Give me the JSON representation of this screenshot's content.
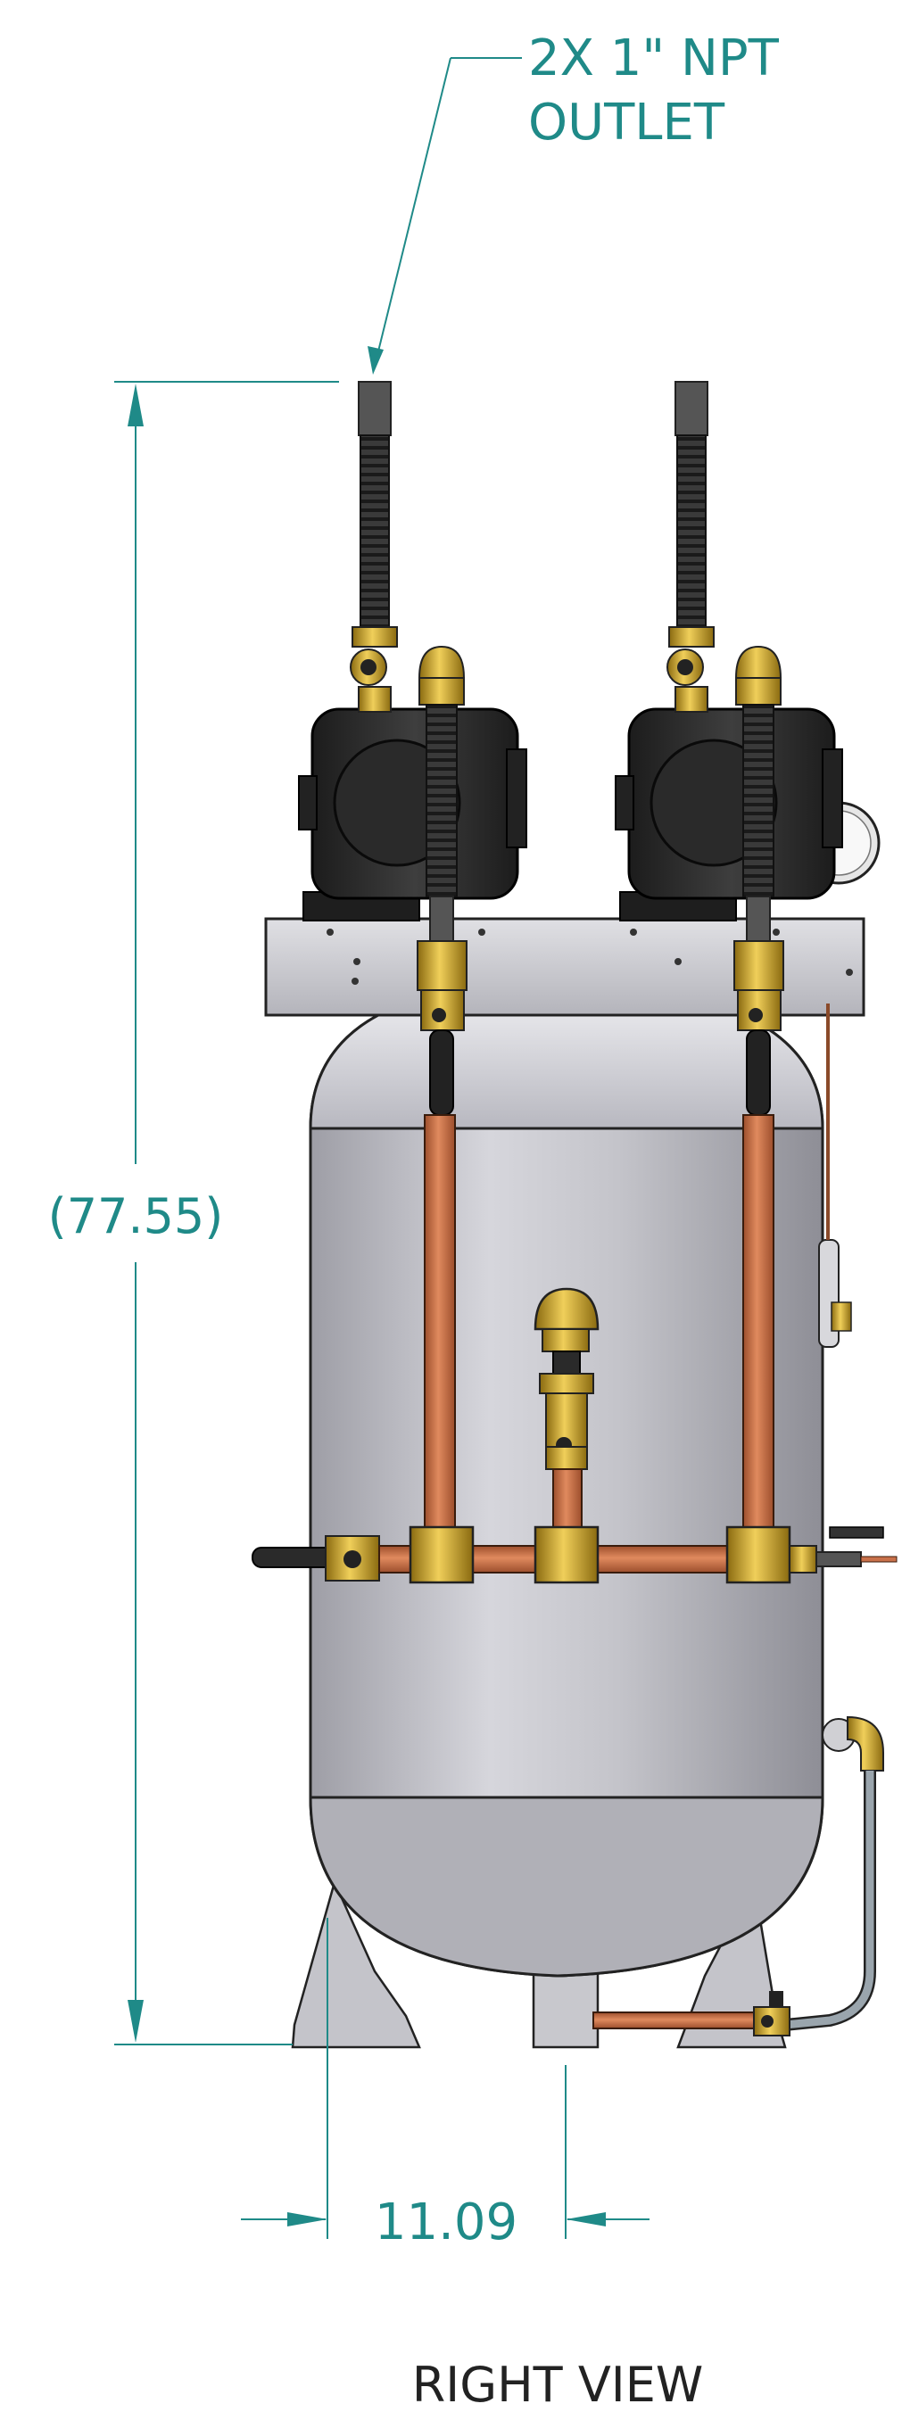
{
  "callout": {
    "line1": "2X 1\" NPT",
    "line2": "OUTLET"
  },
  "dimensions": {
    "height": "(77.55)",
    "width": "11.09"
  },
  "view_label": "RIGHT VIEW",
  "colors": {
    "dimension": "#1f8a88",
    "tank": "#c9c9cf",
    "copper": "#c9714a",
    "brass": "#c9a227",
    "motor": "#2a2a2a"
  }
}
